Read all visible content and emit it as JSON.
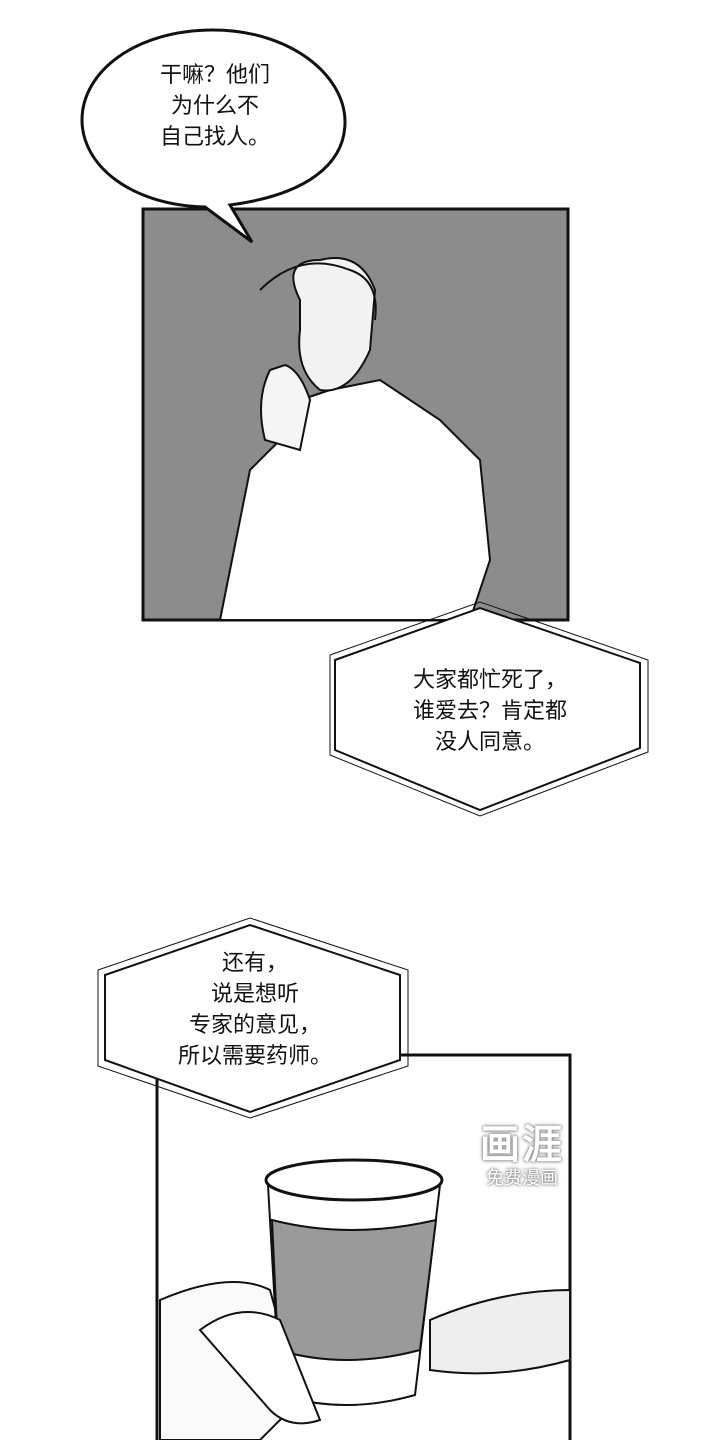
{
  "speech_bubble": {
    "lines": [
      "干嘛？他们",
      "为什么不",
      "自己找人。"
    ]
  },
  "caption_box_1": {
    "lines": [
      "大家都忙死了，",
      "谁爱去？肯定都",
      "没人同意。"
    ]
  },
  "caption_box_2": {
    "lines": [
      "还有，",
      "说是想听",
      "专家的意见，",
      "所以需要药师。"
    ]
  },
  "watermark": {
    "logo": "画涯",
    "tagline": "免费漫画"
  },
  "colors": {
    "panel_gray": "#8c8c8c",
    "cup_gray": "#9a9a9a",
    "ink": "#111111"
  }
}
